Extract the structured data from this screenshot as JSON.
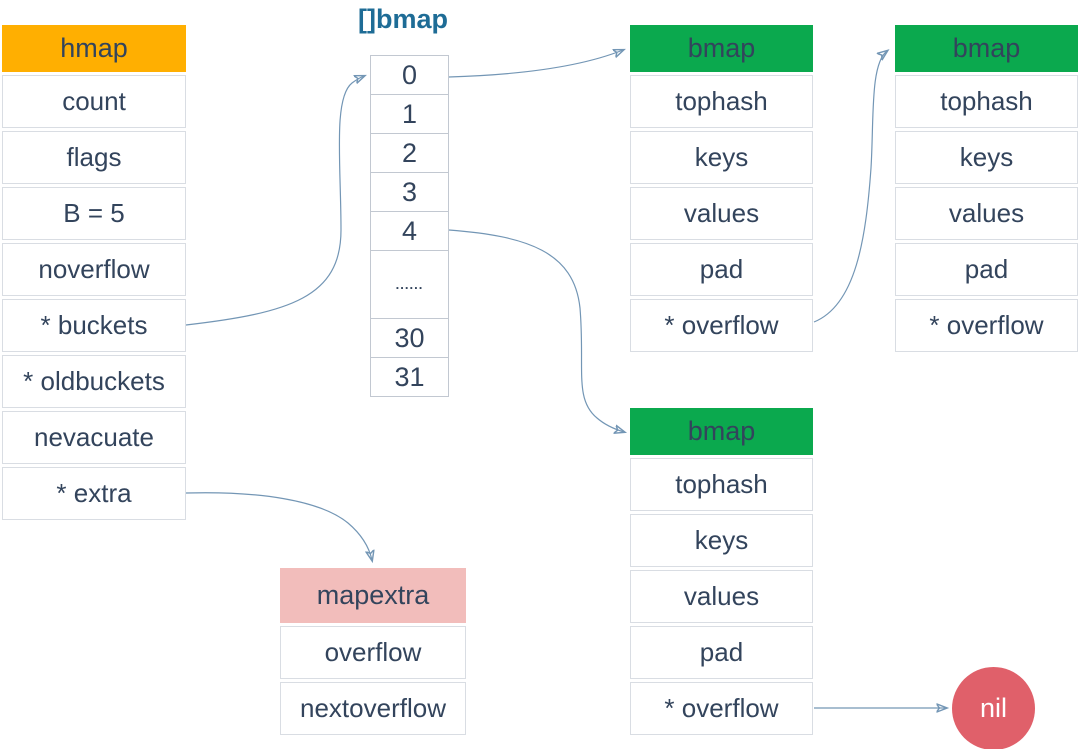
{
  "title": "[]bmap",
  "tables": {
    "hmap": {
      "header": "hmap",
      "rows": [
        "count",
        "flags",
        "B = 5",
        "noverflow",
        "* buckets",
        "* oldbuckets",
        "nevacuate",
        "* extra"
      ]
    },
    "bucket_array": {
      "cells": [
        "0",
        "1",
        "2",
        "3",
        "4",
        "......",
        "30",
        "31"
      ]
    },
    "bmap_top_left": {
      "header": "bmap",
      "rows": [
        "tophash",
        "keys",
        "values",
        "pad",
        "* overflow"
      ]
    },
    "bmap_top_right": {
      "header": "bmap",
      "rows": [
        "tophash",
        "keys",
        "values",
        "pad",
        "* overflow"
      ]
    },
    "bmap_bottom": {
      "header": "bmap",
      "rows": [
        "tophash",
        "keys",
        "values",
        "pad",
        "* overflow"
      ]
    },
    "mapextra": {
      "header": "mapextra",
      "rows": [
        "overflow",
        "nextoverflow"
      ]
    }
  },
  "nil_node": {
    "label": "nil"
  },
  "arrows": [
    {
      "from": "hmap.* buckets",
      "to": "bucket_array[0]"
    },
    {
      "from": "bucket_array[0]",
      "to": "bmap_top_left"
    },
    {
      "from": "bmap_top_left.* overflow",
      "to": "bmap_top_right"
    },
    {
      "from": "bucket_array[4]",
      "to": "bmap_bottom"
    },
    {
      "from": "hmap.* extra",
      "to": "mapextra"
    },
    {
      "from": "bmap_bottom.* overflow",
      "to": "nil"
    }
  ],
  "colors": {
    "hmap_header": "#FFAF01",
    "bmap_header": "#0BA94E",
    "mapextra_header": "#F2BDBB",
    "nil_fill": "#E0606A",
    "text": "#33445C",
    "title": "#1E6C96",
    "arrow_line": "#7396B5",
    "arrow_head": "#2D6CA4"
  }
}
